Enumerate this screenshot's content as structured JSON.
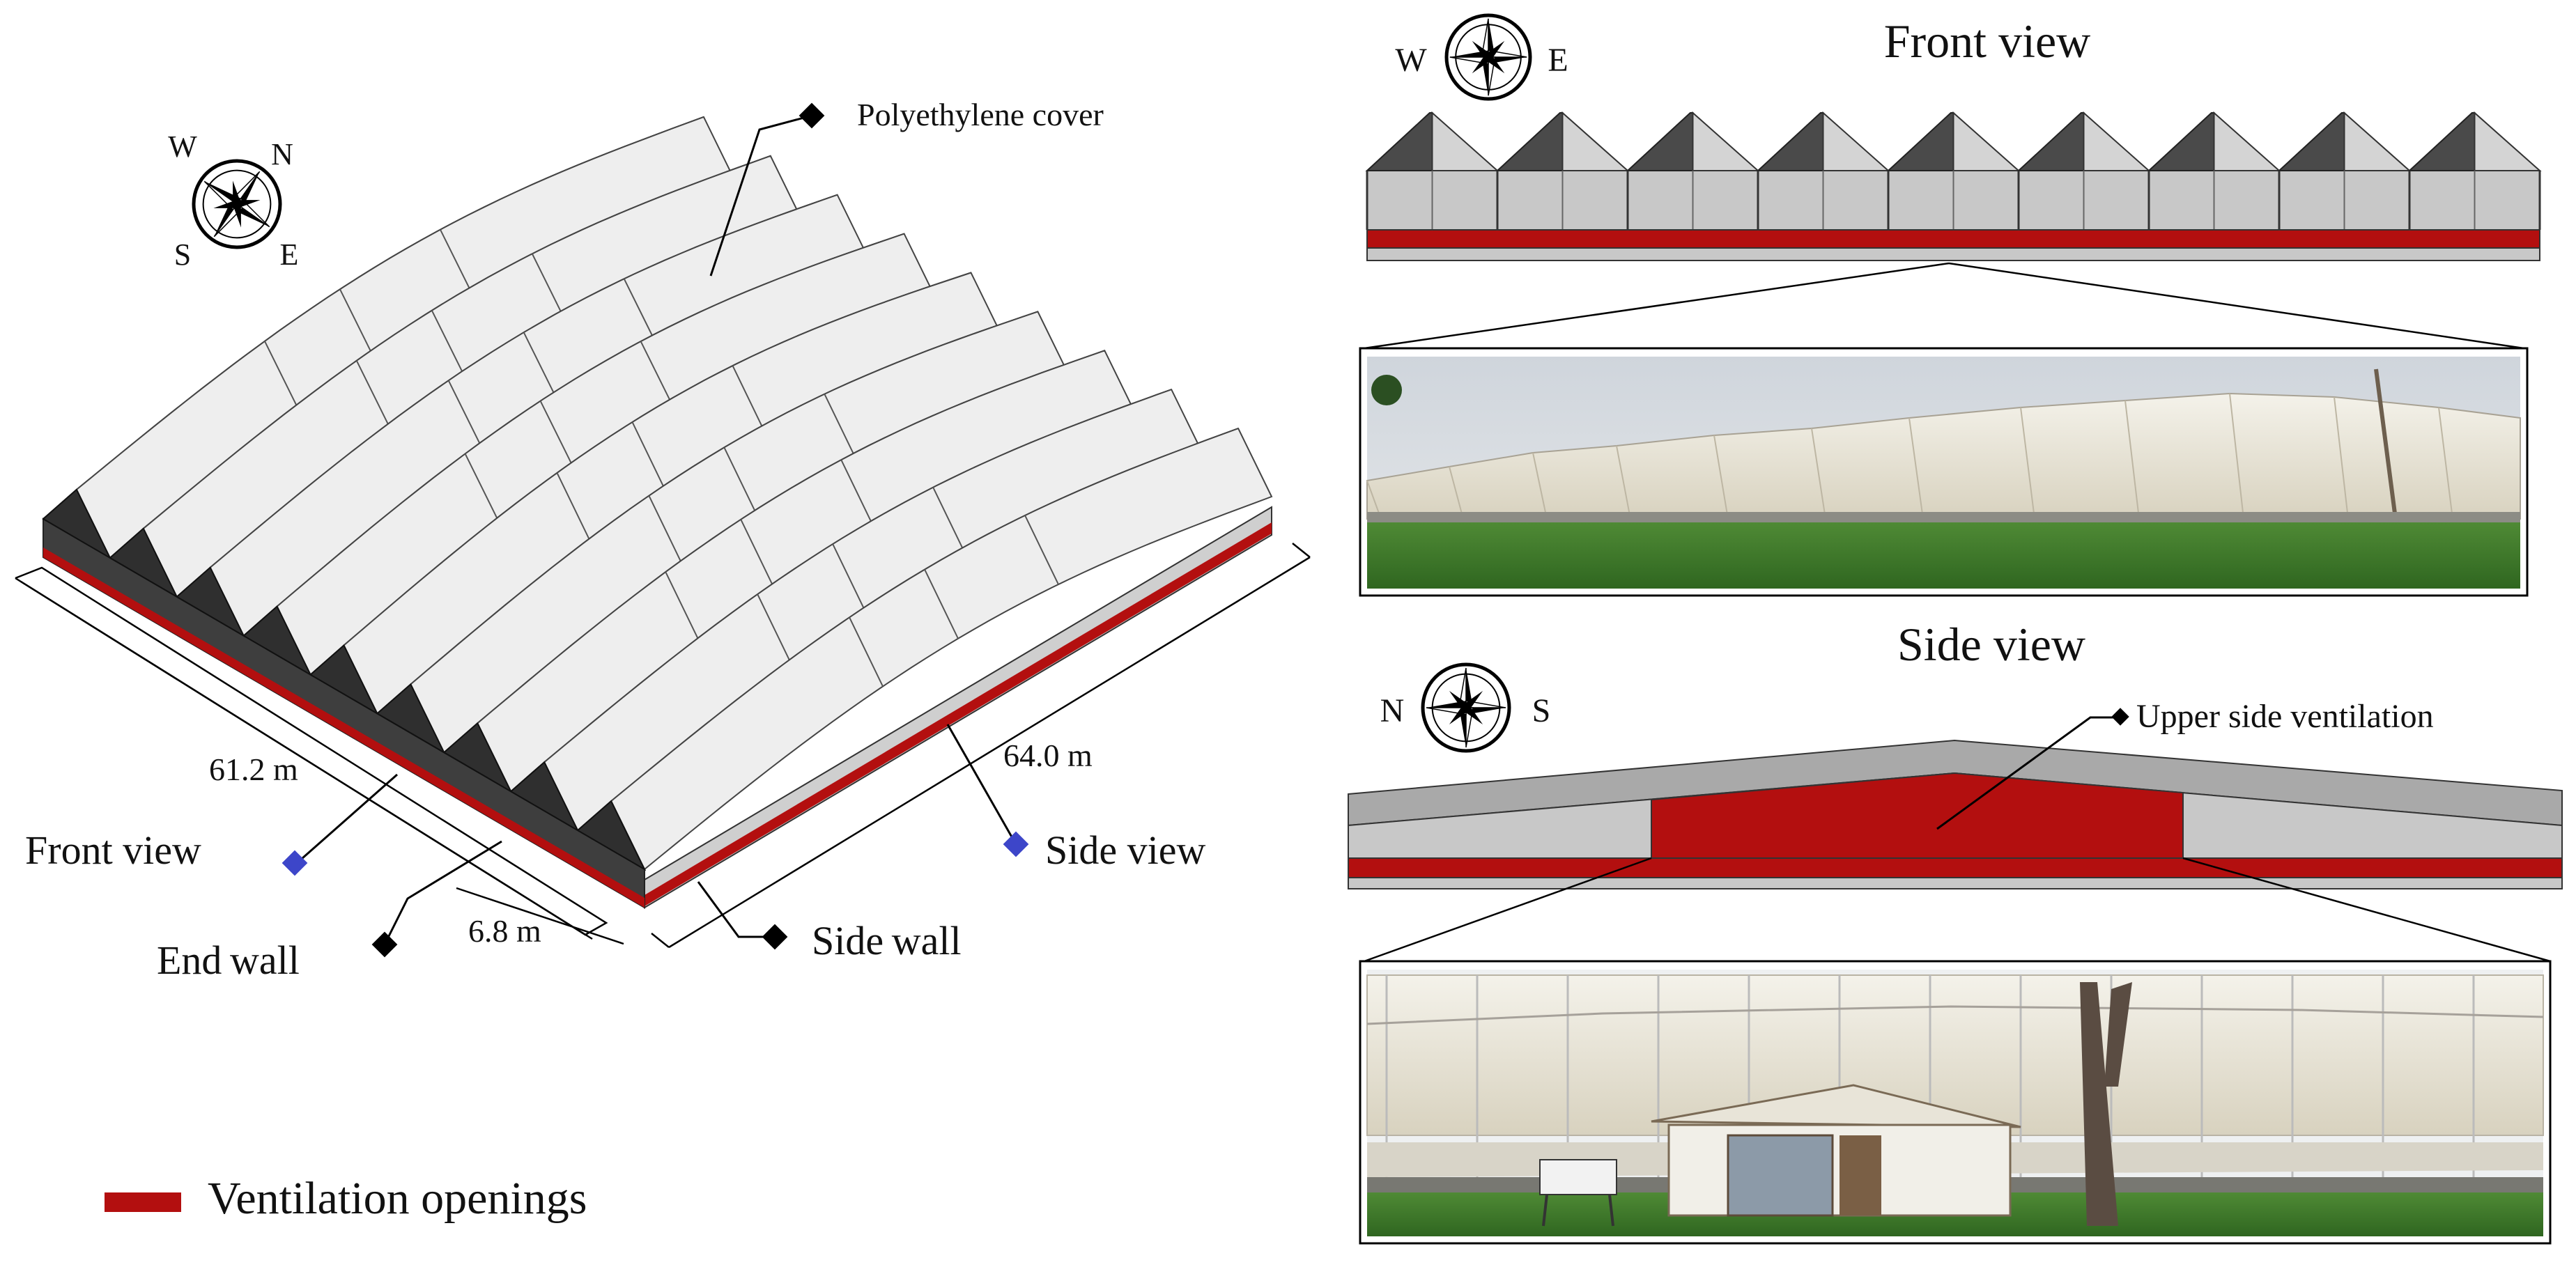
{
  "colors": {
    "ventilation": "#b30f0f",
    "roof_dark": "#5a5a5a",
    "roof_light": "#eeeeee",
    "wall_gray": "#c8c8c8",
    "marker_black": "#000000",
    "marker_blue": "#3d46c9",
    "sky": "#d9dde2",
    "grass": "#3f7a2a",
    "film": "#ece8da"
  },
  "icons": {
    "compass": "compass-rose-icon",
    "marker": "diamond-marker-icon"
  },
  "isometric": {
    "compass_labels": {
      "n": "N",
      "e": "E",
      "s": "S",
      "w": "W"
    },
    "cover_label": "Polyethylene cover",
    "width_dim": "61.2 m",
    "length_dim": "64.0 m",
    "span_dim": "6.8 m",
    "front_view_label": "Front view",
    "side_view_label": "Side view",
    "endwall_label": "End wall",
    "sidewall_label": "Side wall",
    "span_count": 9
  },
  "front_view": {
    "title": "Front view",
    "compass_labels": {
      "w": "W",
      "e": "E"
    },
    "span_count": 9
  },
  "side_view": {
    "title": "Side view",
    "compass_labels": {
      "n": "N",
      "s": "S"
    },
    "vent_label": "Upper side ventilation"
  },
  "legend": {
    "label": "Ventilation openings"
  }
}
